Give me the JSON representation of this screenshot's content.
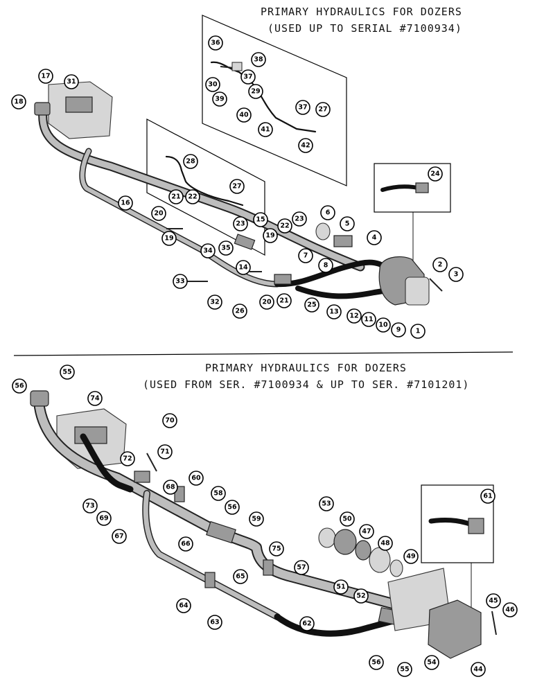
{
  "top": {
    "title_line1": "PRIMARY HYDRAULICS FOR DOZERS",
    "title_line2": "(USED UP TO SERIAL #7100934)"
  },
  "bottom": {
    "title_line1": "PRIMARY HYDRAULICS FOR DOZERS",
    "title_line2": "(USED FROM SER. #7100934 & UP TO SER. #7101201)"
  },
  "callouts": {
    "c1": "1",
    "c2": "2",
    "c3": "3",
    "c4": "4",
    "c5": "5",
    "c6": "6",
    "c7": "7",
    "c8": "8",
    "c9": "9",
    "c10": "10",
    "c11": "11",
    "c12": "12",
    "c13": "13",
    "c14": "14",
    "c15": "15",
    "c16": "16",
    "c17": "17",
    "c18": "18",
    "c19a": "19",
    "c19b": "19",
    "c20a": "20",
    "c20b": "20",
    "c21a": "21",
    "c21b": "21",
    "c22a": "22",
    "c22b": "22",
    "c23a": "23",
    "c23b": "23",
    "c24": "24",
    "c25": "25",
    "c26": "26",
    "c27a": "27",
    "c27b": "27",
    "c28": "28",
    "c29": "29",
    "c30": "30",
    "c31": "31",
    "c32": "32",
    "c33": "33",
    "c34": "34",
    "c35": "35",
    "c36": "36",
    "c37a": "37",
    "c37b": "37",
    "c38": "38",
    "c39": "39",
    "c40": "40",
    "c41": "41",
    "c42": "42",
    "c44": "44",
    "c45": "45",
    "c46": "46",
    "c47": "47",
    "c48": "48",
    "c49": "49",
    "c50": "50",
    "c51": "51",
    "c52": "52",
    "c53": "53",
    "c54": "54",
    "c55a": "55",
    "c55b": "55",
    "c56a": "56",
    "c56b": "56",
    "c56c": "56",
    "c57": "57",
    "c58": "58",
    "c59": "59",
    "c60": "60",
    "c61": "61",
    "c62": "62",
    "c63": "63",
    "c64": "64",
    "c65": "65",
    "c66": "66",
    "c67": "67",
    "c68": "68",
    "c69": "69",
    "c70": "70",
    "c71": "71",
    "c72": "72",
    "c73": "73",
    "c74": "74",
    "c75": "75"
  }
}
